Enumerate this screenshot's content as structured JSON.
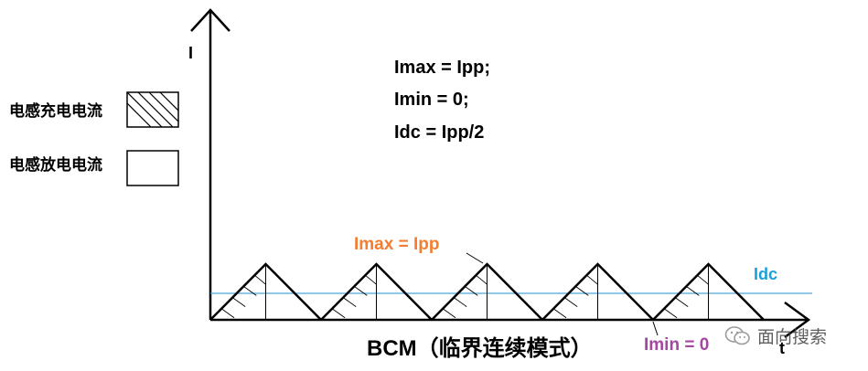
{
  "axes": {
    "y_label": "I",
    "x_label": "t"
  },
  "legend": {
    "charge_label": "电感充电电流",
    "discharge_label": "电感放电电流"
  },
  "equations": {
    "line1": "Imax = Ipp;",
    "line2": "Imin = 0;",
    "line3": "Idc = Ipp/2"
  },
  "annotations": {
    "imax": "Imax = Ipp",
    "imin": "Imin = 0",
    "idc": "Idc"
  },
  "title": "BCM（临界连续模式）",
  "watermark": "面向搜索",
  "colors": {
    "imax": "#f47d2f",
    "imin": "#a347a3",
    "idc": "#1a9fd8",
    "idc_line": "#4aa7d6"
  },
  "icons": {
    "watermark": "wechat-icon"
  }
}
